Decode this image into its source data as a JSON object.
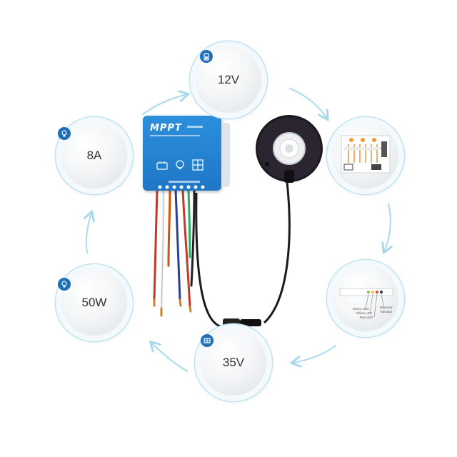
{
  "nodes": {
    "top": {
      "label": "12V",
      "badge_icon": "battery-icon"
    },
    "upper_left": {
      "label": "8A",
      "badge_icon": "lightbulb-icon"
    },
    "lower_left": {
      "label": "50W",
      "badge_icon": "lightbulb-icon"
    },
    "bottom": {
      "label": "35V",
      "badge_icon": "solar-panel-icon"
    },
    "right_upper": {
      "content": "wiring-diagram-thumbnail"
    },
    "right_lower": {
      "content": "led-indicator-thumbnail",
      "indicator_labels": [
        "Green LED",
        "Yellow LED",
        "Red LED",
        "Receiver",
        "Indicator"
      ]
    }
  },
  "device": {
    "brand": "MPPT",
    "type": "solar-charge-controller"
  },
  "sensor": {
    "type": "pir-motion-sensor"
  },
  "colors": {
    "accent_blue": "#1d6fb8",
    "ring": "#bfe3f1",
    "arrow": "#a9d9ec",
    "controller": "#2483d3"
  }
}
